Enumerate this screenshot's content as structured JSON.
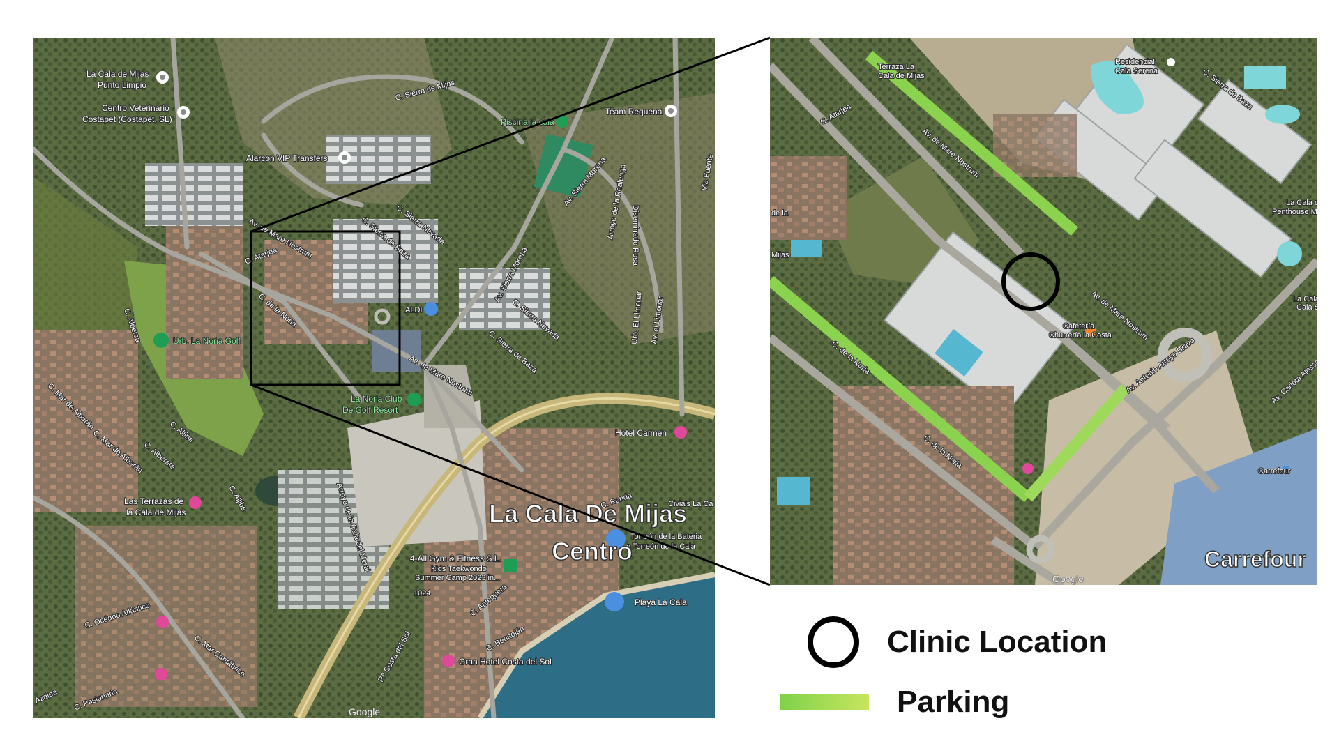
{
  "overview_map": {
    "labels": {
      "punto_limpio_1": "La Cala de Mijas",
      "punto_limpio_2": "Punto Limpio",
      "vet_1": "Centro Veterinario",
      "vet_2": "Costapet (Costapet, SL)",
      "alarcon": "Alarcon VIP Transfers",
      "piscina": "Piscina la cala",
      "team_requena": "Team Requena",
      "sierra_mijas": "C. Sierra de Mijas",
      "sierra_nevada_1": "C. Sierra Nevada",
      "sierra_nevada_2": "C. Sierra Nevada",
      "sierra_baza_1": "C. Sierra de Baza",
      "sierra_baza_2": "C. Sierra de Baza",
      "sierra_morena_1": "Av. Sierra Morena",
      "sierra_morena_2": "Av. Sierra Morena",
      "arroyo_realenga": "Arroyo de la Realenga",
      "diseminado_rosa": "Diseminado Rosa",
      "via_fuente": "Via Fuente",
      "limonar": "Av. el Limonar",
      "urb_limonar": "Urb. El Limonar",
      "mare_nostrum_1": "Av. de Mare Nostrum",
      "mare_nostrum_2": "Av. de Mare Nostrum",
      "atarjea": "C. Atarjea",
      "noria": "C. de la Noria",
      "urb_noria": "Urb. La Noria Golf",
      "alberca": "C. Alberca",
      "aljibe": "C. Aljibe",
      "mar_alboran_1": "C. Mar de Alborán",
      "mar_alboran_2": "C. Mar de Alborán",
      "albercon": "C. Alberete",
      "noria_club_1": "La Noria Club",
      "noria_club_2": "De Golf Resort",
      "aldi": "ALDI",
      "hotel_carmen": "Hotel Carmen",
      "terrazas_1": "Las Terrazas de",
      "terrazas_2": "la Cala de Mijas",
      "arroyo_moral": "Arroyo de la Cala del Moral",
      "gym_1": "4-All Gym & Fitness S.L.",
      "gym_2": "Kids Taekwondo",
      "gym_2b": "Summer Camp 2023 in...",
      "torreon_1": "Torreón de la Bateria",
      "torreon_2": "o Torreón de la Cala",
      "playa": "Playa La Cala",
      "oceano": "C. Océano Atlántico",
      "mar_cantabrico": "C. Mar Cantábrico",
      "antequera": "C. Antequera",
      "benaojan": "C. Benaoján",
      "costa_sol": "P.º Costa del Sol",
      "gran_hotel": "Gran Hotel Costa del Sol",
      "pasionaria": "C. Pasionaria",
      "azalea": "Azalea",
      "ronda": "C. Ronda",
      "civia": "Civia's La Ca",
      "road_1024": "1024",
      "google": "Google"
    },
    "center_label_1": "La Cala De Mijas",
    "center_label_2": "Centro"
  },
  "zoom_map": {
    "labels": {
      "terraza_1": "Terraza La",
      "terraza_2": "Cala de Mijas",
      "residencial_1": "Residencial",
      "residencial_2": "Cala Serena",
      "sierra_baza": "C. Sierra de Baza",
      "atarjea": "C. Atarjea",
      "mare_nostrum_1": "Av. de Mare Nostrum",
      "mare_nostrum_2": "Av. de Mare Nostrum",
      "noria": "C. de la Noria",
      "noria_2": "C. de la Noria",
      "cafeteria_1": "Cafetería",
      "cafeteria_2": "Churrería la Costa",
      "antonio": "Av. Antonio Arroyo Bravo",
      "penthouse_1": "La Cala de",
      "penthouse_2": "Penthouse Mijas",
      "mijas_left": "de la",
      "mijas_left2": "Mijas",
      "carrefour_small": "Carrefour",
      "cala_right": "La Cala",
      "cala_right2": "Cala Sol",
      "av_right": "Av. Carlota Alessandri",
      "google": "Google"
    },
    "carrefour_big": "Carrefour"
  },
  "legend": {
    "clinic": "Clinic Location",
    "parking": "Parking"
  },
  "colors": {
    "parking": "#8bd34f",
    "clinic_marker": "#000000",
    "pin_blue": "#4a8fe0",
    "pin_pink": "#e0489a",
    "pin_green": "#1e9e55",
    "sea": "#2d6d86"
  }
}
